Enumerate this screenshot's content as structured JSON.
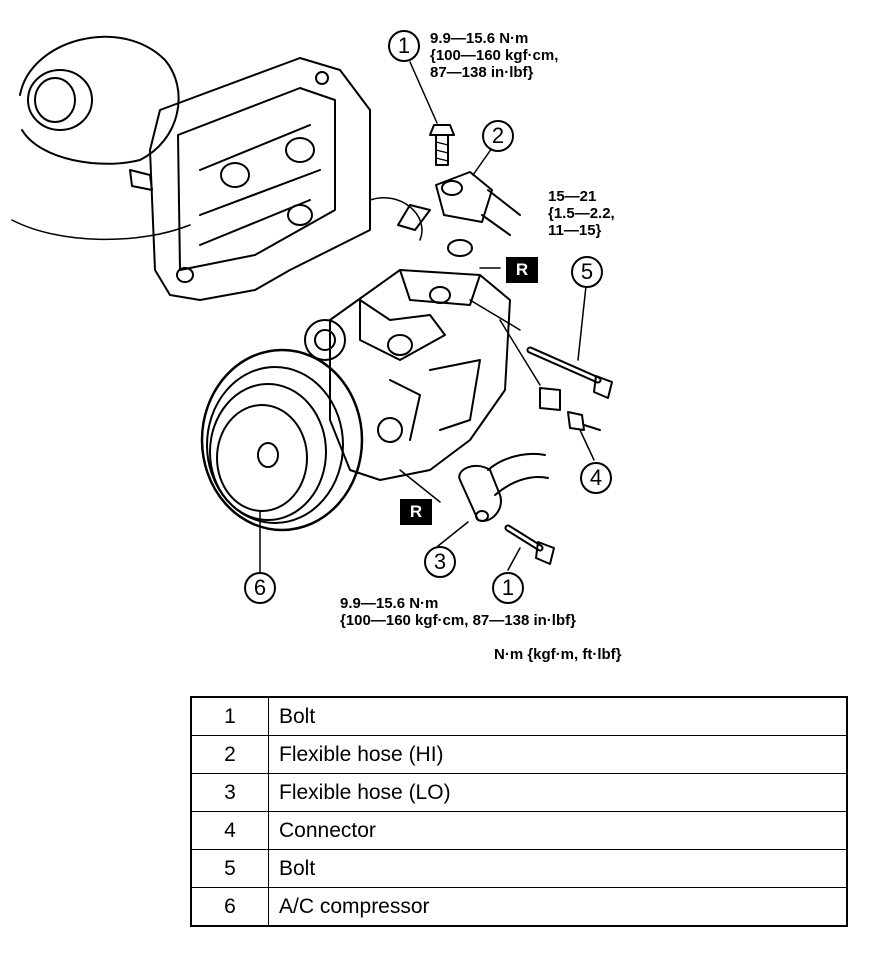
{
  "torque_specs": {
    "upper_bolt": {
      "line1": "9.9—15.6 N·m",
      "line2": "{100—160 kgf·cm,",
      "line3": "87—138 in·lbf}"
    },
    "middle_bolt": {
      "line1": "15—21",
      "line2": "{1.5—2.2,",
      "line3": "11—15}"
    },
    "lower_bolt": {
      "line1": "9.9—15.6 N·m",
      "line2": "{100—160 kgf·cm, 87—138 in·lbf}"
    },
    "unit_legend": "N·m {kgf·m, ft·lbf}"
  },
  "callouts": [
    "1",
    "2",
    "5",
    "4",
    "3",
    "1",
    "6"
  ],
  "replace_badge": "R",
  "parts": [
    {
      "num": "1",
      "name": "Bolt"
    },
    {
      "num": "2",
      "name": "Flexible hose (HI)"
    },
    {
      "num": "3",
      "name": "Flexible hose (LO)"
    },
    {
      "num": "4",
      "name": "Connector"
    },
    {
      "num": "5",
      "name": "Bolt"
    },
    {
      "num": "6",
      "name": "A/C compressor"
    }
  ]
}
